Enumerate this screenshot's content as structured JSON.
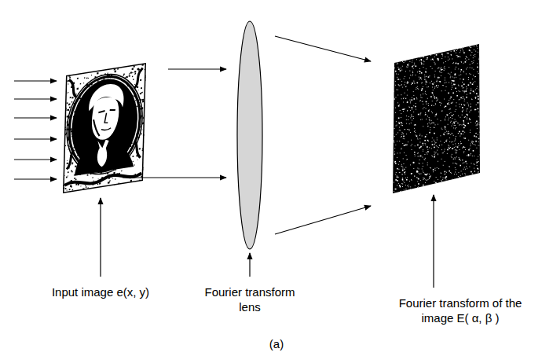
{
  "diagram": {
    "labels": [
      "Input image e(x, y)",
      "Fourier transform lens",
      "Fourier transform of the image E( α, β )",
      "(a)"
    ]
  }
}
